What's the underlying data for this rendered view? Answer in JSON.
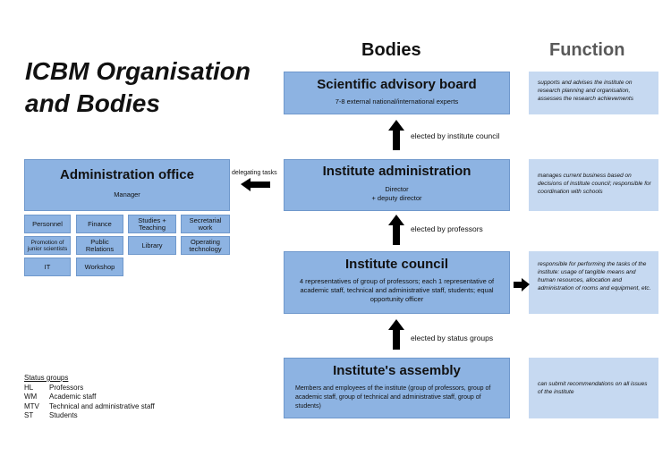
{
  "header": {
    "title_line1": "ICBM Organisation",
    "title_line2": "and Bodies",
    "bodies_heading": "Bodies",
    "function_heading": "Function"
  },
  "bodies": {
    "advisory": {
      "title": "Scientific advisory board",
      "sub": "7-8 external national/international experts"
    },
    "administration": {
      "title": "Institute administration",
      "sub1": "Director",
      "sub2": "+ deputy director"
    },
    "council": {
      "title": "Institute council",
      "sub": "4 representatives of group of professors; each 1 representative of academic staff, technical and administrative staff, students; equal opportunity officer"
    },
    "assembly": {
      "title": "Institute's  assembly",
      "sub": "Members and employees of the institute (group of professors, group of academic staff, group of technical and administrative staff, group of students)"
    }
  },
  "functions": {
    "advisory": "supports and advises the institute on research planning and organisation, assesses the research achievements",
    "administration": "manages current business based on decisions of institute council; responsible for coordination with schools",
    "council": "responsible for performing the tasks of the institute: usage of tangible means and human resources, allocation and administration of rooms and equipment, etc.",
    "assembly": "can submit recommendations on all issues of the institute"
  },
  "edges": {
    "advisory": "elected by institute council",
    "administration": "elected by professors",
    "council": "elected by status groups",
    "delegating": "delegating tasks"
  },
  "admin_office": {
    "title": "Administration office",
    "manager": "Manager",
    "units": {
      "personnel": "Personnel",
      "finance": "Finance",
      "studies_1": "Studies +",
      "studies_2": "Teaching",
      "secretarial_1": "Secretarial",
      "secretarial_2": "work",
      "promotion_1": "Promotion of",
      "promotion_2": "junior scientists",
      "pr_1": "Public",
      "pr_2": "Relations",
      "library": "Library",
      "operating_1": "Operating",
      "operating_2": "technology",
      "it": "IT",
      "workshop": "Workshop"
    }
  },
  "status_groups": {
    "heading": "Status groups",
    "items": [
      {
        "code": "HL",
        "label": "Professors"
      },
      {
        "code": "WM",
        "label": "Academic staff"
      },
      {
        "code": "MTV",
        "label": "Technical and administrative staff"
      },
      {
        "code": "ST",
        "label": "Students"
      }
    ]
  },
  "colors": {
    "box": "#8db3e2",
    "function_box": "#c6d9f1",
    "function_heading": "#595959"
  }
}
